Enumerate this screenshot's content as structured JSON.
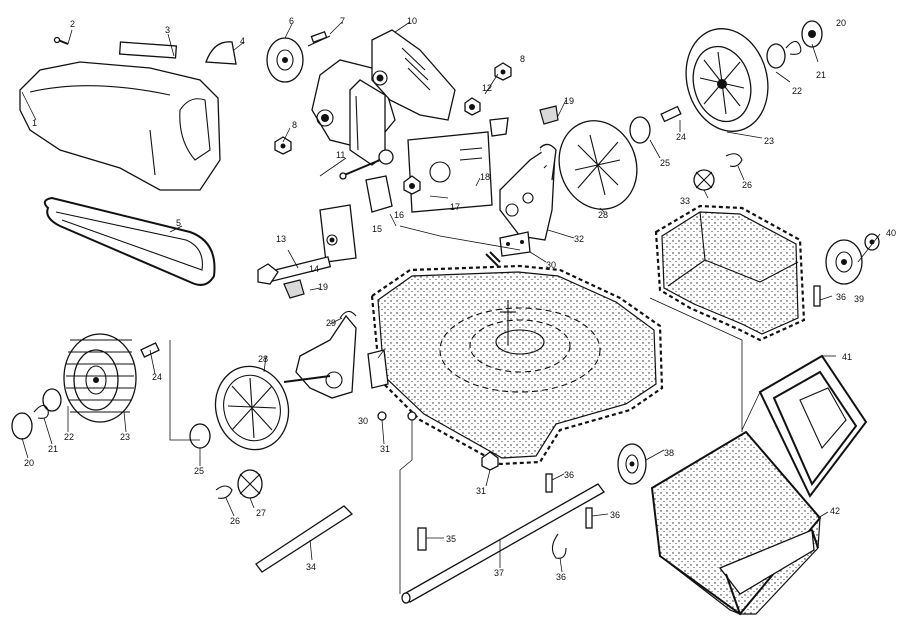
{
  "diagram": {
    "labels": {
      "p1": "1",
      "p2": "2",
      "p3": "3",
      "p4": "4",
      "p5": "5",
      "p6": "6",
      "p7": "7",
      "p8a": "8",
      "p8b": "8",
      "p10": "10",
      "p11": "11",
      "p12": "12",
      "p13": "13",
      "p14": "14",
      "p15": "15",
      "p16": "16",
      "p17": "17",
      "p18": "18",
      "p19a": "19",
      "p19b": "19",
      "p20a": "20",
      "p20b": "20",
      "p21a": "21",
      "p21b": "21",
      "p22a": "22",
      "p22b": "22",
      "p23a": "23",
      "p23b": "23",
      "p24a": "24",
      "p24b": "24",
      "p25a": "25",
      "p25b": "25",
      "p26a": "26",
      "p26b": "26",
      "p27": "27",
      "p28a": "28",
      "p28b": "28",
      "p29": "29",
      "p30a": "30",
      "p30b": "30",
      "p31a": "31",
      "p31b": "31",
      "p32": "32",
      "p33": "33",
      "p34": "34",
      "p35": "35",
      "p36a": "36",
      "p36b": "36",
      "p36c": "36",
      "p36d": "36",
      "p37": "37",
      "p38": "38",
      "p39": "39",
      "p40": "40",
      "p41": "41",
      "p42": "42"
    }
  }
}
